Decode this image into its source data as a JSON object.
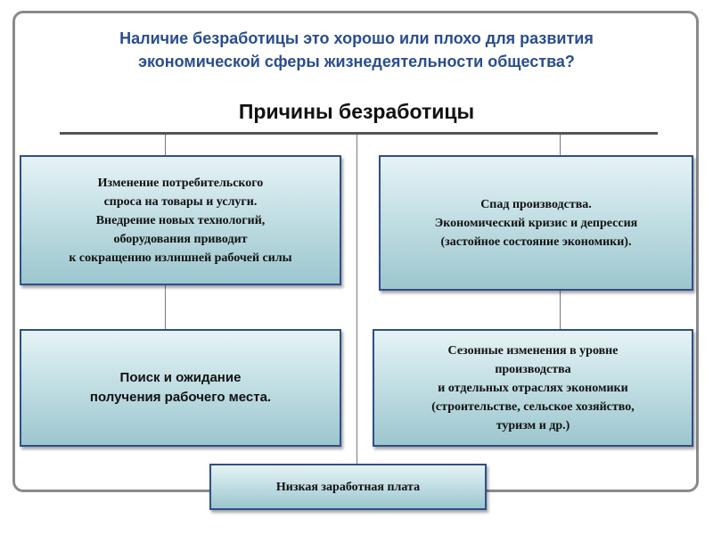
{
  "question": "Наличие безработицы это хорошо или плохо для развития\nэкономической сферы жизнедеятельности общества?",
  "title": "Причины безработицы",
  "boxes": {
    "top_left": "Изменение потребительского\nспроса на товары и услуги.\nВнедрение новых технологий,\nоборудования приводит\nк сокращению излишней рабочей силы",
    "top_right": "Спад производства.\nЭкономический кризис и депрессия\n(застойное состояние экономики).",
    "bottom_left": "Поиск и ожидание\nполучения рабочего места.",
    "bottom_right": "Сезонные изменения в уровне\nпроизводства\nи отдельных отраслях экономики\n(строительстве, сельское хозяйство,\nтуризм и др.)",
    "bottom_center": "Низкая заработная плата"
  },
  "colors": {
    "question": "#2a4d8f",
    "box_border": "#2f4f8a",
    "box_fill_top": "#e6f3f5",
    "box_fill_bottom": "#9cc6ce",
    "frame_border": "#8a8a8a"
  }
}
